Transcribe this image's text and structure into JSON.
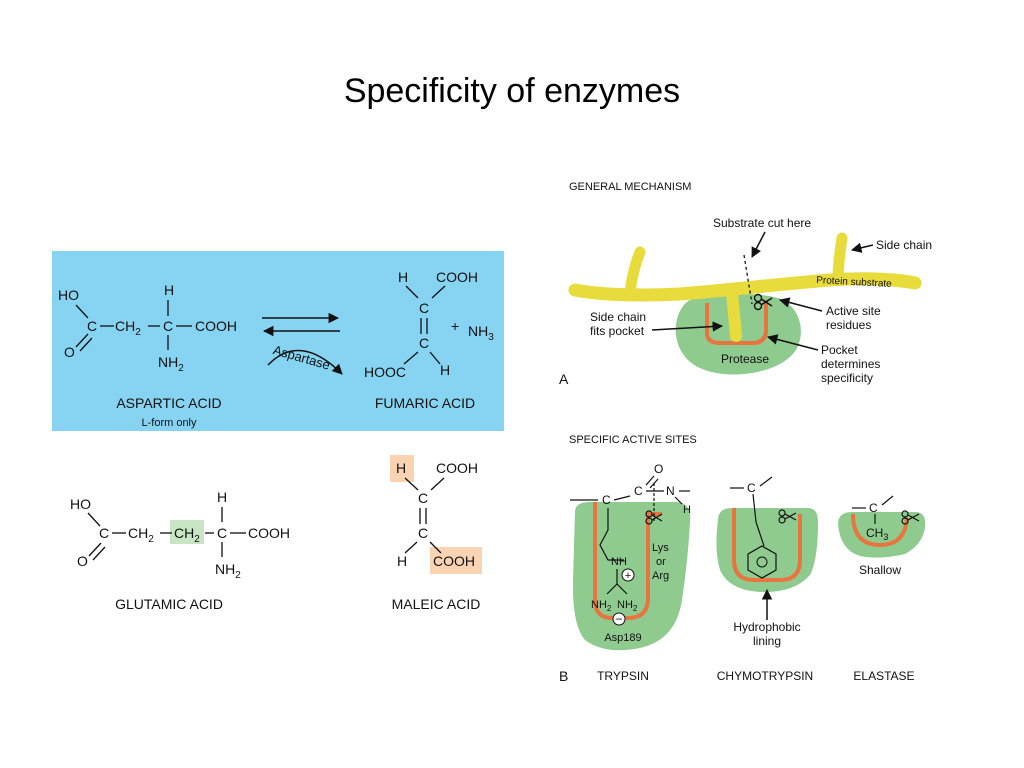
{
  "slide": {
    "title": "Specificity of enzymes"
  },
  "left": {
    "reaction": {
      "aspartic": {
        "ho": "HO",
        "o": "O",
        "c1": "C",
        "ch2": "CH",
        "ch2_sub": "2",
        "c2": "C",
        "cooh": "COOH",
        "h": "H",
        "nh": "NH",
        "nh_sub": "2",
        "name": "ASPARTIC ACID",
        "note": "L-form only"
      },
      "enzyme": "Aspartase",
      "fumaric": {
        "h_top": "H",
        "cooh_top": "COOH",
        "c_top": "C",
        "c_bottom": "C",
        "hooc": "HOOC",
        "h_bottom": "H",
        "name": "FUMARIC ACID"
      },
      "plus": "+",
      "ammonia": "NH",
      "ammonia_sub": "3"
    },
    "glutamic": {
      "ho": "HO",
      "o": "O",
      "c1": "C",
      "ch2a": "CH",
      "ch2a_sub": "2",
      "ch2b": "CH",
      "ch2b_sub": "2",
      "c2": "C",
      "cooh": "COOH",
      "h": "H",
      "nh": "NH",
      "nh_sub": "2",
      "name": "GLUTAMIC ACID"
    },
    "maleic": {
      "h_top": "H",
      "cooh_top": "COOH",
      "c_top": "C",
      "c_bottom": "C",
      "h_bottom": "H",
      "cooh_bottom": "COOH",
      "name": "MALEIC ACID"
    }
  },
  "right": {
    "general": {
      "heading": "GENERAL MECHANISM",
      "substrate_cut": "Substrate cut here",
      "side_chain": "Side chain",
      "protein_substrate": "Protein substrate",
      "side_chain_fits_1": "Side chain",
      "side_chain_fits_2": "fits pocket",
      "active_site_1": "Active site",
      "active_site_2": "residues",
      "protease": "Protease",
      "pocket_1": "Pocket",
      "pocket_2": "determines",
      "pocket_3": "specificity",
      "panel_letter": "A"
    },
    "specific": {
      "heading": "SPECIFIC ACTIVE SITES",
      "trypsin": {
        "c1": "C",
        "c2": "C",
        "o": "O",
        "n": "N",
        "h": "H",
        "nh": "NH",
        "plus": "+",
        "nh2a": "NH",
        "nh2a_sub": "2",
        "nh2b": "NH",
        "nh2b_sub": "2",
        "minus": "−",
        "asp": "Asp189",
        "lys": "Lys",
        "or": "or",
        "arg": "Arg",
        "name": "TRYPSIN"
      },
      "chymotrypsin": {
        "c": "C",
        "lining_1": "Hydrophobic",
        "lining_2": "lining",
        "name": "CHYMOTRYPSIN"
      },
      "elastase": {
        "c": "C",
        "ch3": "CH",
        "ch3_sub": "3",
        "shallow": "Shallow",
        "name": "ELASTASE"
      },
      "panel_letter": "B"
    },
    "colors": {
      "blue_panel": "#87d3f2",
      "enzyme_green": "#8fcb8f",
      "pocket_orange": "#e8743f",
      "substrate_yellow": "#e8dc3c",
      "highlight_green": "#c8e6c3",
      "highlight_peach": "#f9d3b2"
    }
  }
}
